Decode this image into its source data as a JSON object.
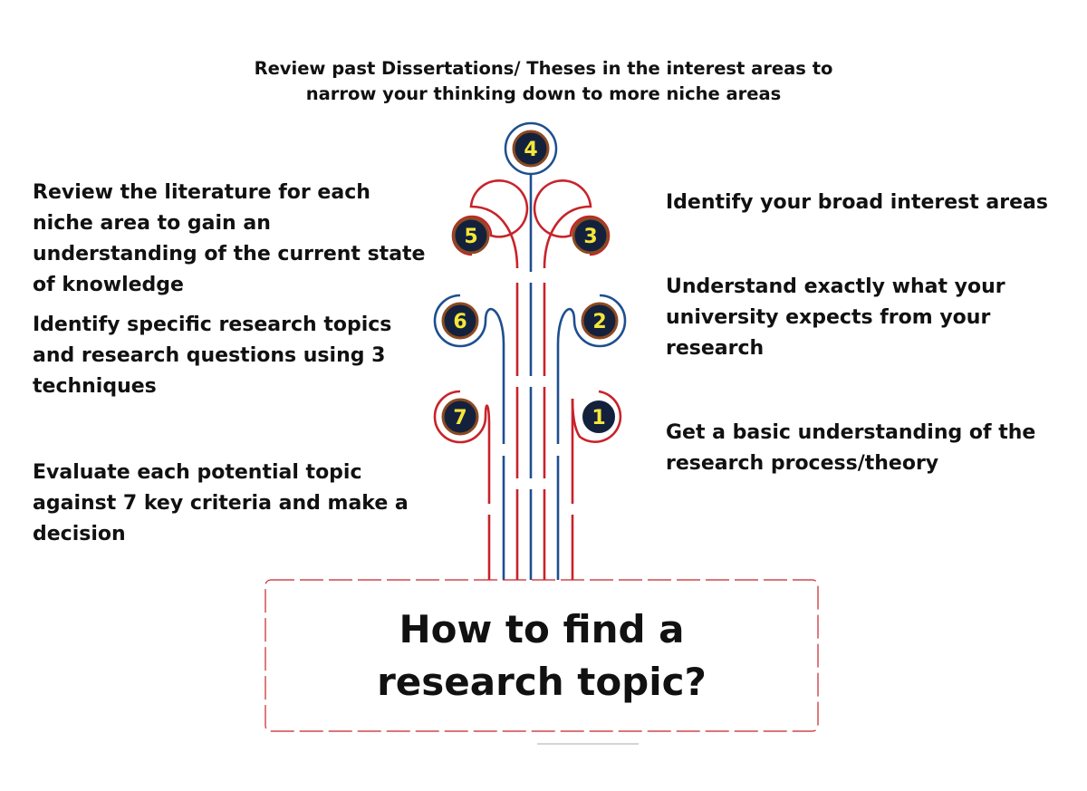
{
  "diagram": {
    "title": "How to find a research topic?",
    "colors": {
      "red": "#c8232a",
      "blue": "#1d4f8f",
      "brown": "#8b4a22",
      "badge_fill": "#14213d",
      "badge_text": "#f5e63a"
    },
    "steps": [
      {
        "number": "1",
        "text": "Get a basic understanding of the research process/theory"
      },
      {
        "number": "2",
        "text": "Understand exactly what your university expects from your research"
      },
      {
        "number": "3",
        "text": "Identify your broad interest areas"
      },
      {
        "number": "4",
        "text": "Review past Dissertations/ Theses in the interest areas to narrow your thinking down to more niche areas"
      },
      {
        "number": "5",
        "text": "Review the literature for each niche area to gain an understanding of the current state of knowledge"
      },
      {
        "number": "6",
        "text": "Identify specific research topics and research questions using 3 techniques"
      },
      {
        "number": "7",
        "text": "Evaluate each potential topic against 7 key criteria and make a decision"
      }
    ]
  }
}
